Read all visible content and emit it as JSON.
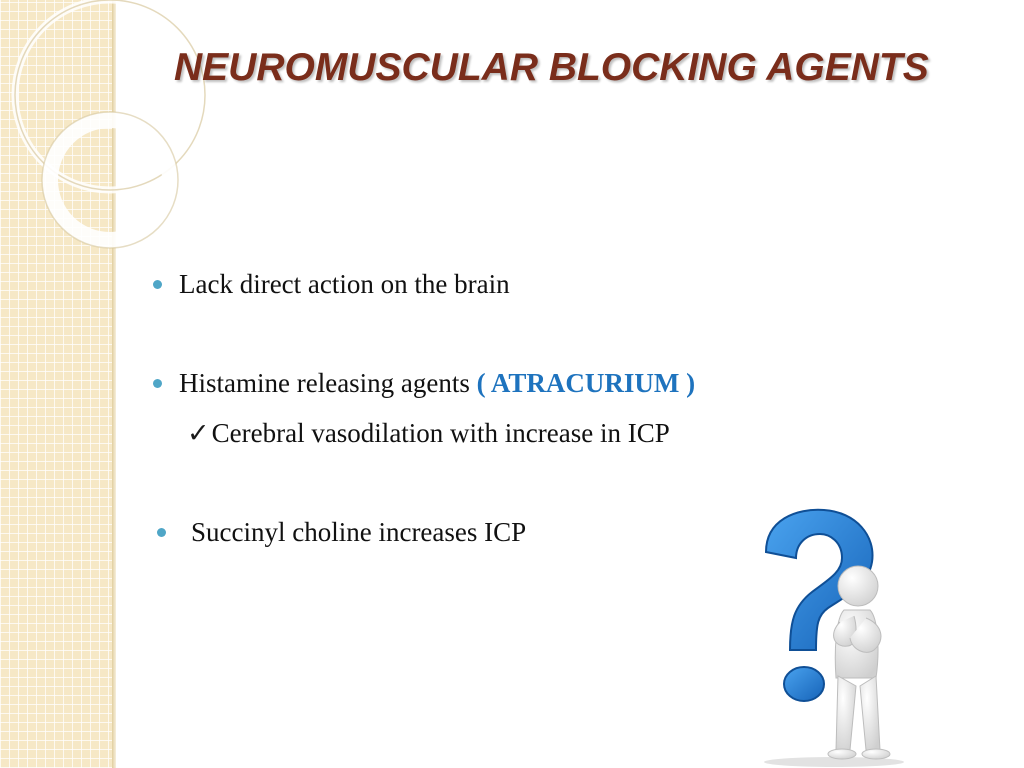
{
  "slide": {
    "title": "NEUROMUSCULAR BLOCKING AGENTS",
    "bullets": [
      {
        "text": "Lack direct action on the brain"
      },
      {
        "text": "Histamine releasing agents ",
        "highlight": "( ATRACURIUM )"
      },
      {
        "check": "✓",
        "text": "Cerebral vasodilation with increase in ICP"
      },
      {
        "text": "Succinyl choline increases ICP"
      }
    ]
  },
  "colors": {
    "title": "#7a2d1b",
    "bullet_dot": "#4fa6c7",
    "highlight": "#1e73be",
    "side_strip": "#f6e8c6",
    "question_mark": "#1e7fd0",
    "figure": "#e9e9e9"
  },
  "icons": {
    "bullet": "circle-bullet-icon",
    "check": "checkmark-icon",
    "illustration": "question-mark-figure-illustration"
  }
}
